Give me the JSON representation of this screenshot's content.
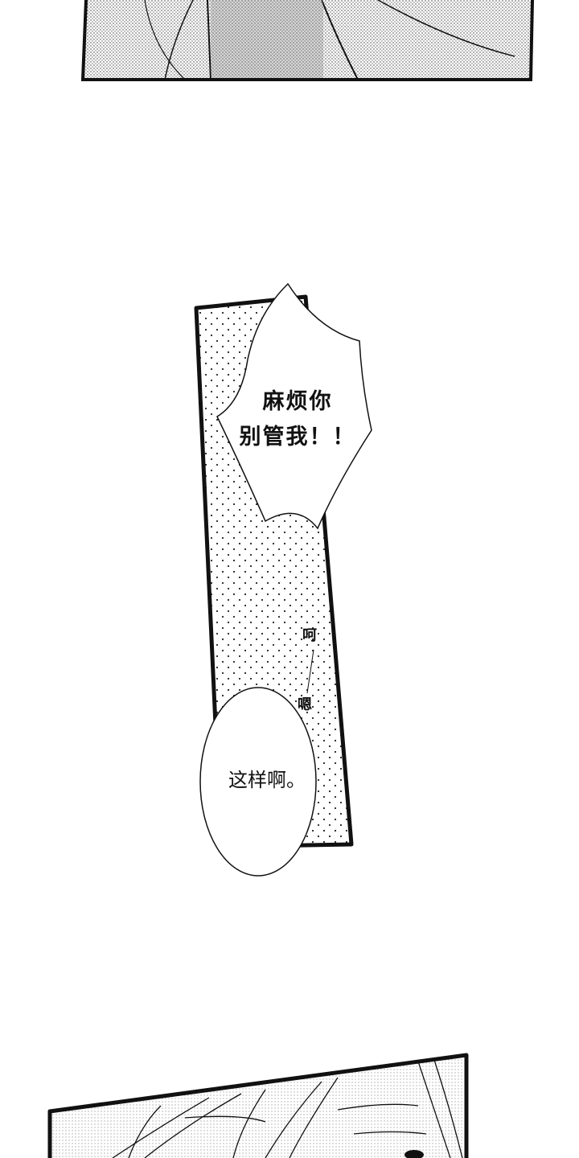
{
  "page": {
    "type": "manga-page",
    "background": "#ffffff",
    "ink": "#111111"
  },
  "panels": [
    {
      "id": "top-panel",
      "description": "clothing with textured screentone, bottom edge of panel"
    },
    {
      "id": "middle-panel",
      "description": "dotted screentone tall panel with speech bubbles"
    },
    {
      "id": "bottom-panel",
      "description": "close-up of hair and eyes with screentone"
    }
  ],
  "bubbles": {
    "shout": {
      "line1": "麻烦你",
      "line2": "别管我！！"
    },
    "calm": {
      "text": "这样啊。"
    }
  },
  "sfx": {
    "first": "呵",
    "second": "嗯"
  }
}
